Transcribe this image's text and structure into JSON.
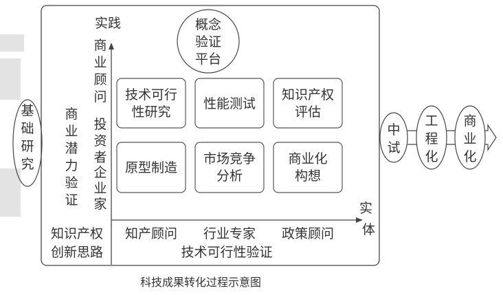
{
  "top_circle": [
    "概念",
    "验证",
    "平台"
  ],
  "y_axis_label": "实践",
  "x_axis_label": [
    "实",
    "体"
  ],
  "left_ellipse": [
    "基",
    "础",
    "研",
    "究"
  ],
  "col_potential": [
    "商",
    "业",
    "潜",
    "力",
    "验",
    "证"
  ],
  "col_roles": [
    "商",
    "业",
    "顾",
    "问",
    "投",
    "资",
    "者",
    "企",
    "业",
    "家"
  ],
  "boxes": [
    [
      "技术可行",
      "性研究"
    ],
    [
      "性能测试"
    ],
    [
      "知识产权",
      "评估"
    ],
    [
      "原型制造"
    ],
    [
      "市场竞争",
      "分析"
    ],
    [
      "商业化",
      "构想"
    ]
  ],
  "bottom_left": [
    "知识产权",
    "创新思路"
  ],
  "bottom_roles": [
    "知产顾问",
    "行业专家",
    "政策顾问"
  ],
  "bottom_title": "技术可行性验证",
  "stages": [
    [
      "中",
      "试"
    ],
    [
      "工",
      "程",
      "化"
    ],
    [
      "商",
      "业",
      "化"
    ]
  ],
  "caption": "科技成果转化过程示意图"
}
